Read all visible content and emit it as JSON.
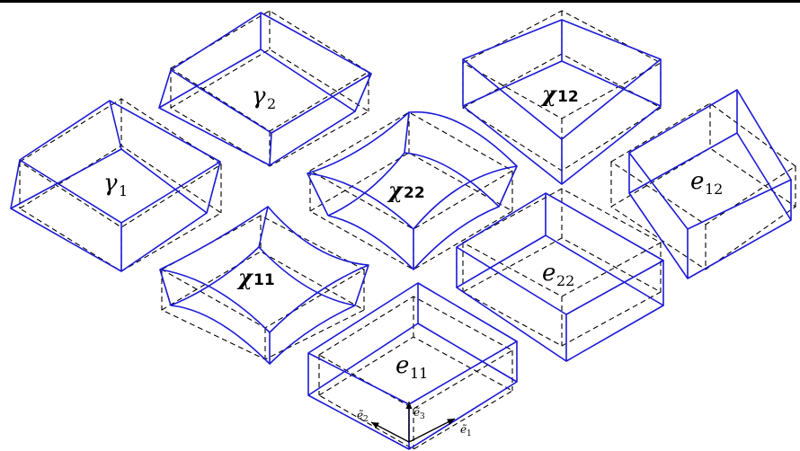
{
  "labels": {
    "gamma1": {
      "sym": "γ",
      "sub": "1"
    },
    "gamma2": {
      "sym": "γ",
      "sub": "2"
    },
    "chi12": {
      "sym": "χ",
      "sub": "12"
    },
    "chi22": {
      "sym": "χ",
      "sub": "22"
    },
    "chi11": {
      "sym": "χ",
      "sub": "11"
    },
    "e12": {
      "sym": "e",
      "sub": "12"
    },
    "e22": {
      "sym": "e",
      "sub": "22"
    },
    "e11": {
      "sym": "e",
      "sub": "11"
    }
  },
  "axes": {
    "e1": {
      "sym": "ẽ",
      "sub": "1"
    },
    "e2": {
      "sym": "ẽ",
      "sub": "2"
    },
    "e3": {
      "sym": "ẽ",
      "sub": "3"
    }
  }
}
